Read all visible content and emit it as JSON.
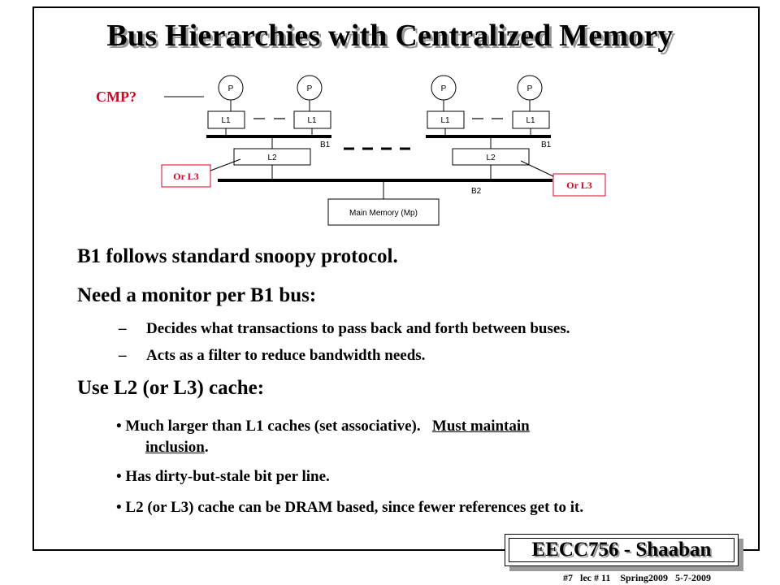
{
  "title": "Bus Hierarchies with Centralized Memory",
  "diagram": {
    "cmp_label": "CMP?",
    "p_label": "P",
    "l1_label": "L1",
    "l2_label": "L2",
    "b1_label": "B1",
    "b2_label": "B2",
    "or_l3_label": "Or L3",
    "memory_label": "Main Memory (Mp)"
  },
  "points": {
    "p1": "B1 follows standard snoopy protocol.",
    "p2": "Need a monitor per B1 bus:",
    "p2_sub1": "Decides what transactions to pass back and forth between buses.",
    "p2_sub2": "Acts as a filter to reduce bandwidth needs.",
    "sub_dash": "–",
    "p3": "Use L2 (or L3) cache:",
    "bullet": "•",
    "p3_b1_a": "Much larger than L1 caches (set associative).",
    "p3_b1_b": "Must maintain",
    "p3_b1_c": "inclusion",
    "p3_b1_d": ".",
    "p3_b2": "Has dirty-but-stale bit per line.",
    "p3_b3": "L2 (or L3) cache can be DRAM based, since fewer references get to it."
  },
  "footer": {
    "course": "EECC756 - Shaaban",
    "slide_info": "#7   lec # 11    Spring2009   5-7-2009"
  }
}
